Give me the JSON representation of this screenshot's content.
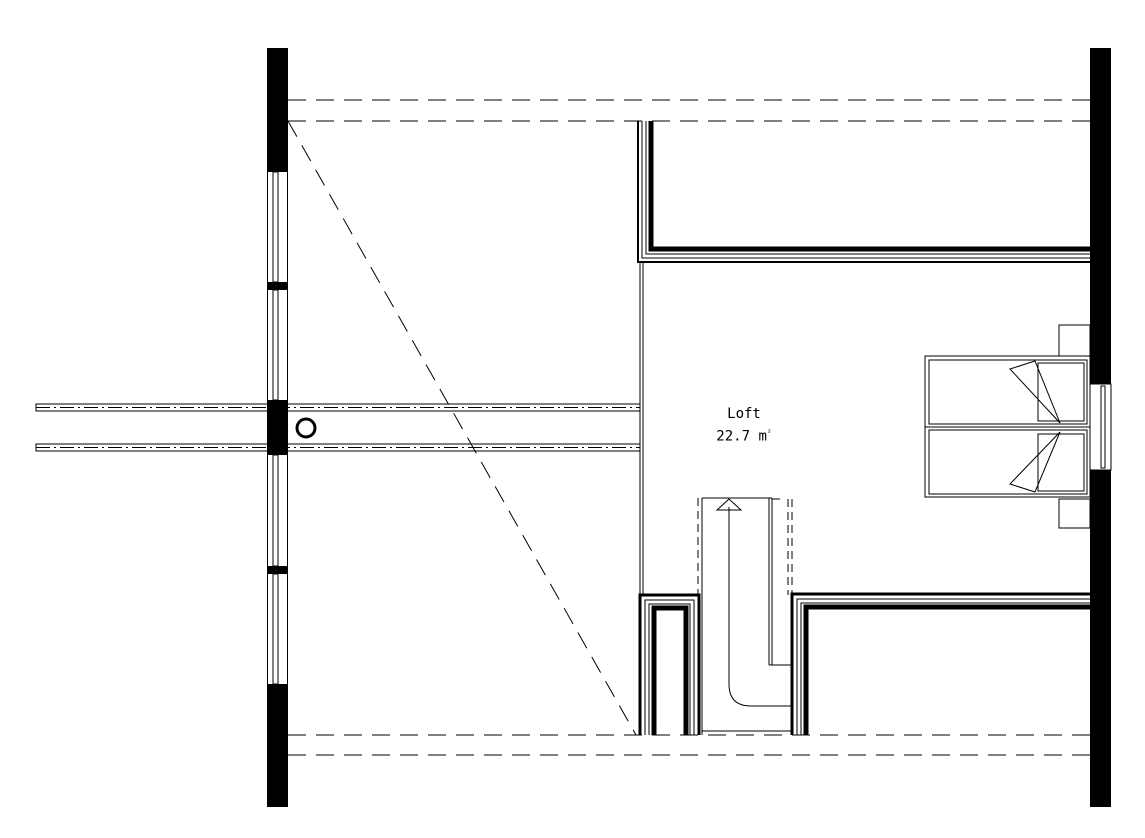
{
  "plan": {
    "type": "architectural floor plan",
    "background": "#ffffff",
    "line_color": "#000000"
  },
  "room": {
    "name": "Loft",
    "area_value": "22.7 m",
    "area_unit_sup": "²",
    "area_full": "22.7 m²"
  },
  "elements": {
    "walls": [
      "left exterior wall",
      "right exterior wall",
      "upper interior wall",
      "lower interior walls"
    ],
    "windows": [
      "left upper window",
      "left lower window",
      "right window"
    ],
    "furniture": [
      "double bed",
      "two nightstands"
    ],
    "stairs": [
      "stair with direction arrow"
    ],
    "beam": "horizontal beam with centerline",
    "column": "round column marker",
    "roof_lines": "dashed eave lines"
  }
}
